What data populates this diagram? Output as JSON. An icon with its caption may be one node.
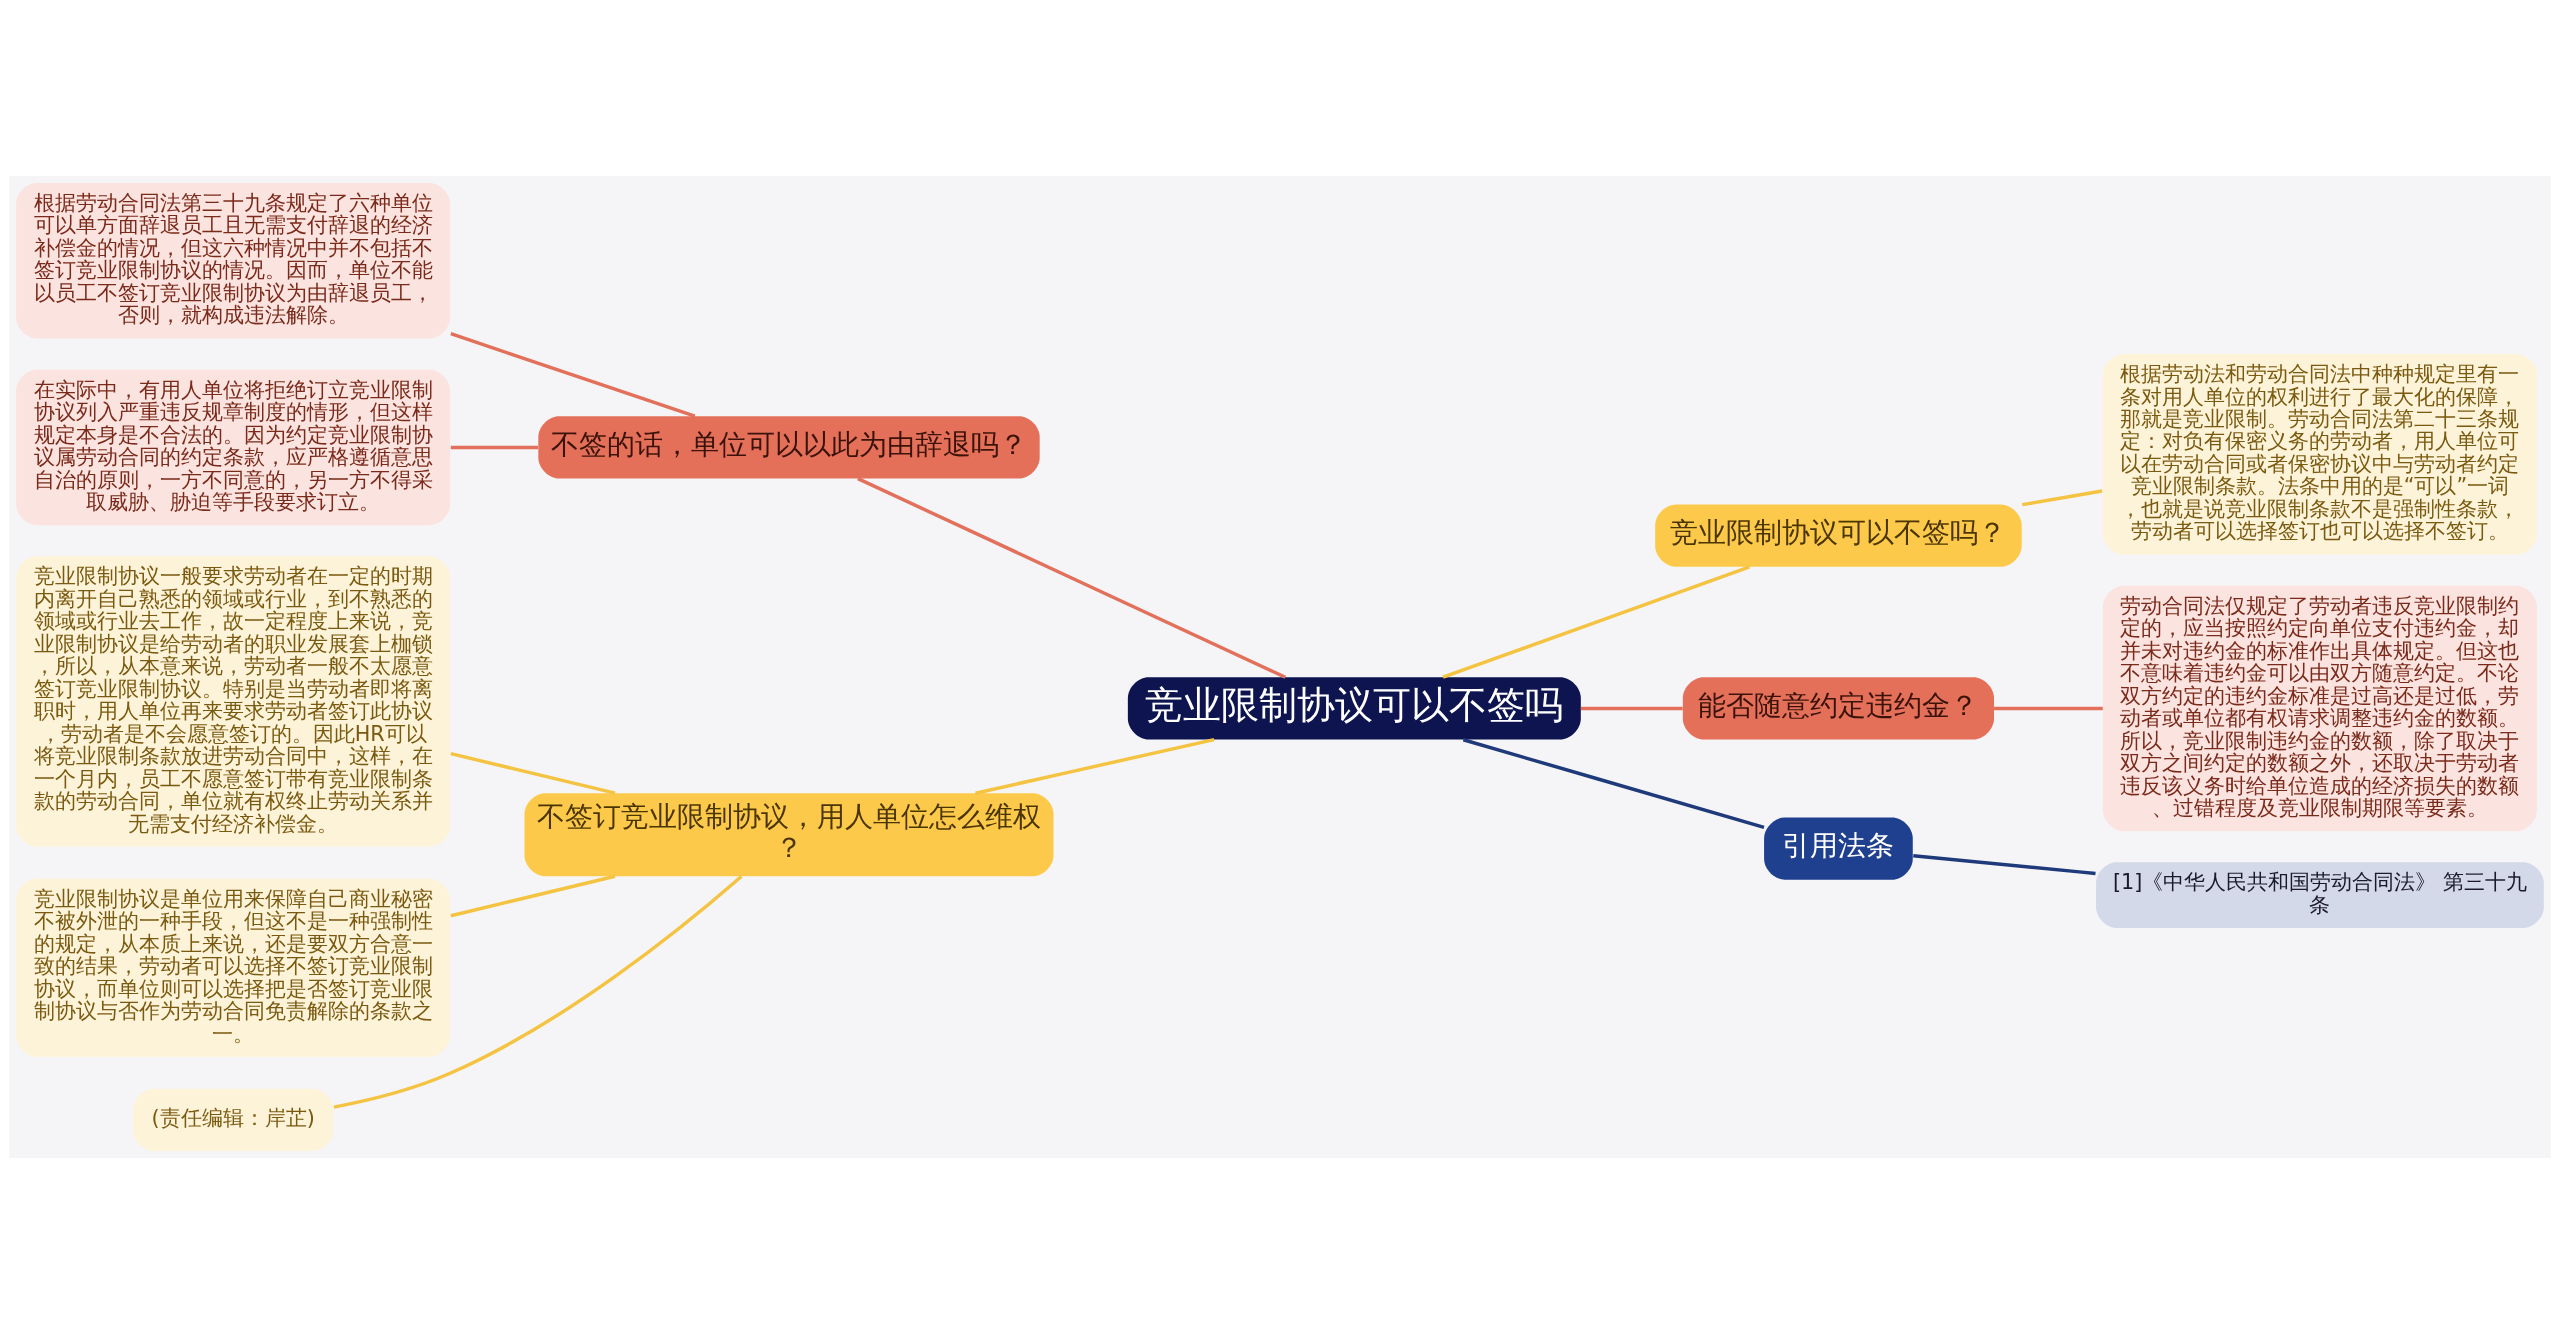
{
  "diagram": {
    "nodes": [
      {
        "text": [
          "竞业限制协议可以不签吗"
        ]
      },
      {
        "text": [
          "不签的话，单位可以以此为由辞退吗？"
        ]
      },
      {
        "text": [
          "根据劳动合同法第三十九条规定了六种单位可以单方面辞退员工且无需支付辞退的经济补偿金的情况，但这六种情况中并不包括不签订竞业限制协议的情况。因而，单位不能以员工不签订竞业限制协议为由辞退员工，否则，就构成违法解除。"
        ]
      },
      {
        "text": [
          "在实际中，有用人单位将拒绝订立竞业限制协议列入严重违反规章制度的情形，但这样规定本身是不合法的。因为约定竞业限制协议属劳动合同的约定条款，应严格遵循意思自治的原则，一方不同意的，另一方不得采取威胁、胁迫等手段要求订立。"
        ]
      },
      {
        "text": [
          "不签订竞业限制协议，用人单位怎么维权？"
        ]
      },
      {
        "text": [
          "竞业限制协议一般要求劳动者在一定的时期内离开自己熟悉的领域或行业，到不熟悉的领域或行业去工作，故一定程度上来说，竞业限制协议是给劳动者的职业发展套上枷锁，所以，从本意来说，劳动者一般不太愿意签订竞业限制协议。特别是当劳动者即将离职时，用人单位再来要求劳动者签订此协议，劳动者是不会愿意签订的。因此HR可以将竞业限制条款放进劳动合同中，这样，在一个月内，员工不愿意签订带有竞业限制条款的劳动合同，单位就有权终止劳动关系并无需支付经济补偿金。"
        ]
      },
      {
        "text": [
          "竞业限制协议是单位用来保障自己商业秘密不被外泄的一种手段，但这不是一种强制性的规定，从本质上来说，还是要双方合意一致的结果，劳动者可以选择不签订竞业限制协议，而单位则可以选择把是否签订竞业限制协议与否作为劳动合同免责解除的条款之一。"
        ]
      },
      {
        "text": [
          "(责任编辑：岸芷)"
        ]
      },
      {
        "text": [
          "竞业限制协议可以不签吗？"
        ]
      },
      {
        "text": [
          "根据劳动法和劳动合同法中种种规定里有一条对用人单位的权利进行了最大化的保障，那就是竞业限制。劳动合同法第二十三条规定：对负有保密义务的劳动者，用人单位可以在劳动合同或者保密协议中与劳动者约定竞业限制条款。法条中用的是“可以”一词，也就是说竞业限制条款不是强制性条款，劳动者可以选择签订也可以选择不签订。"
        ]
      },
      {
        "text": [
          "能否随意约定违约金？"
        ]
      },
      {
        "text": [
          "劳动合同法仅规定了劳动者违反竞业限制约定的，应当按照约定向单位支付违约金，却并未对违约金的标准作出具体规定。但这也不意味着违约金可以由双方随意约定。不论双方约定的违约金标准是过高还是过低，劳动者或单位都有权请求调整违约金的数额。所以，竞业限制违约金的数额，除了取决于双方之间约定的数额之外，还取决于劳动者违反该义务时给单位造成的经济损失的数额、过错程度及竞业限制期限等要素。"
        ]
      },
      {
        "text": [
          "引用法条"
        ]
      },
      {
        "text": [
          "[1]《中华人民共和国劳动合同法》 第三十九条"
        ]
      }
    ],
    "edges": [
      {
        "from": 0,
        "to": 1,
        "arrow": "none",
        "color": "#e2705a"
      },
      {
        "from": 1,
        "to": 2,
        "arrow": "none",
        "color": "#e2705a"
      },
      {
        "from": 1,
        "to": 3,
        "arrow": "none",
        "color": "#e2705a"
      },
      {
        "from": 0,
        "to": 4,
        "arrow": "none"
      },
      {
        "from": 4,
        "to": 5,
        "arrow": "none"
      },
      {
        "from": 4,
        "to": 6,
        "arrow": "none"
      },
      {
        "from": 4,
        "to": 7,
        "arrow": "none"
      },
      {
        "from": 0,
        "to": 8,
        "arrow": "none"
      },
      {
        "from": 8,
        "to": 9,
        "arrow": "none"
      },
      {
        "from": 0,
        "to": 10,
        "arrow": "none",
        "color": "#e2705a"
      },
      {
        "from": 10,
        "to": 11,
        "arrow": "none",
        "color": "#e2705a"
      },
      {
        "from": 0,
        "to": 12,
        "arrow": "none",
        "color": "#1f3a7a"
      },
      {
        "from": 12,
        "to": 13,
        "arrow": "none",
        "color": "#1f3a7a"
      }
    ]
  }
}
